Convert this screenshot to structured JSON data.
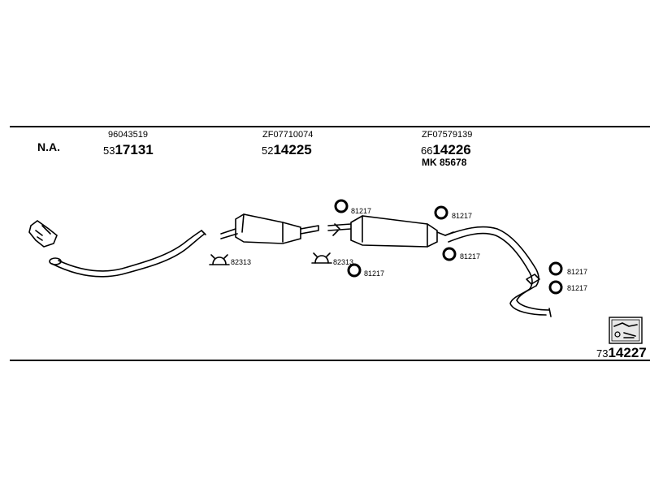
{
  "header": {
    "na": "N.A.",
    "col1": {
      "ref": "96043519",
      "prefix": "53",
      "number": "17131"
    },
    "col2": {
      "ref": "ZF07710074",
      "prefix": "52",
      "number": "14225"
    },
    "col3": {
      "ref": "ZF07579139",
      "prefix": "66",
      "number": "14226",
      "mk": "MK 85678"
    }
  },
  "parts": {
    "clamp_a": "82313",
    "clamp_b": "82313",
    "ring_1": "81217",
    "ring_2": "81217",
    "ring_3": "81217",
    "ring_4": "81217",
    "ring_5": "81217",
    "ring_6": "81217"
  },
  "footer": {
    "prefix": "73",
    "number": "14227"
  }
}
